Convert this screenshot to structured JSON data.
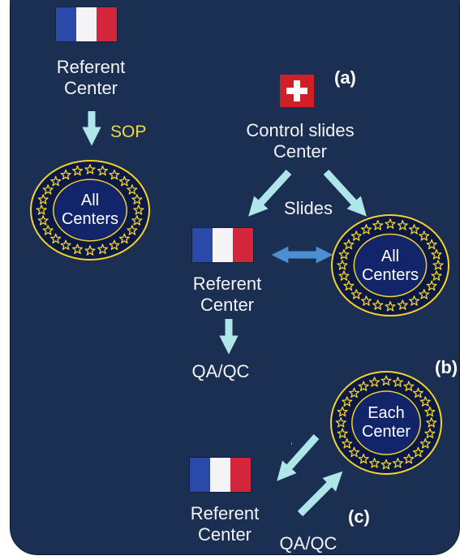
{
  "colors": {
    "background": "#1b2f52",
    "arrow": "#aee6ea",
    "double_arrow": "#4c8fd1",
    "text": "#f2f4f7",
    "sop_text": "#f3d74a",
    "eu_star": "#f5d22c",
    "eu_ring": "#0b1a44",
    "eu_inner": "#13256a",
    "flag_blue": "#2a49a8",
    "flag_white": "#f4f4f6",
    "flag_red": "#d3263a",
    "swiss_red": "#d11f26"
  },
  "left": {
    "center_line1": "Referent",
    "center_line2": "Center",
    "arrow_label": "SOP",
    "eu_line1": "All",
    "eu_line2": "Centers"
  },
  "a": {
    "tag": "(a)",
    "control_line1": "Control slides",
    "control_line2": "Center",
    "slides_label": "Slides",
    "referent_line1": "Referent",
    "referent_line2": "Center",
    "eu_line1": "All",
    "eu_line2": "Centers",
    "result": "QA/QC"
  },
  "b": {
    "tag": "(b)",
    "eu_line1": "Each",
    "eu_line2": "Center"
  },
  "c": {
    "tag": "(c)",
    "referent_line1": "Referent",
    "referent_line2": "Center",
    "result": "QA/QC"
  }
}
